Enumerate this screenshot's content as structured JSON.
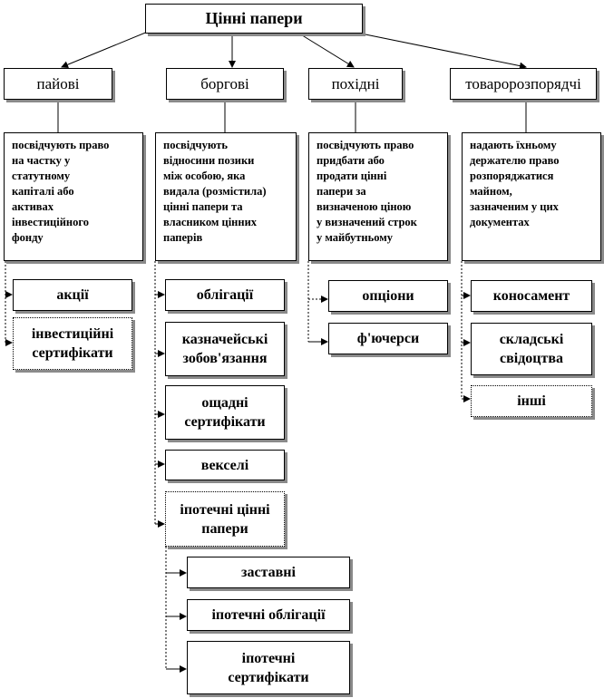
{
  "root": {
    "label": "Цінні папери"
  },
  "categories": [
    {
      "label": "пайові",
      "description": "посвідчують  право\nна частку у\nстатутному\nкапіталі  або\nактивах\nінвестиційного\nфонду",
      "items": [
        "акції",
        "інвестиційні\nсертифікати"
      ]
    },
    {
      "label": "боргові",
      "description": "посвідчують\nвідносини позики\nміж особою, яка\nвидала (розмістила)\nцінні папери та\nвласником цінних\nпаперів",
      "items": [
        "облігації",
        "казначейські\nзобов'язання",
        "ощадні\nсертифікати",
        "векселі",
        "іпотечні цінні\nпапери"
      ],
      "subitems": [
        "заставні",
        "іпотечні облігації",
        "іпотечні\nсертифікати"
      ]
    },
    {
      "label": "похідні",
      "description": "посвідчують  право\nпридбати або\nпродати цінні\nпапери за\nвизначеною ціною\nу визначений строк\nу майбутньому",
      "items": [
        "опціони",
        "ф'ючерси"
      ]
    },
    {
      "label": "товаророзпорядчі",
      "description": "надають їхньому\nдержателю право\nрозпоряджатися\nмайном,\nзазначеним у цих\nдокументах",
      "items": [
        "коносамент",
        "складські\nсвідоцтва",
        "інші"
      ]
    }
  ]
}
